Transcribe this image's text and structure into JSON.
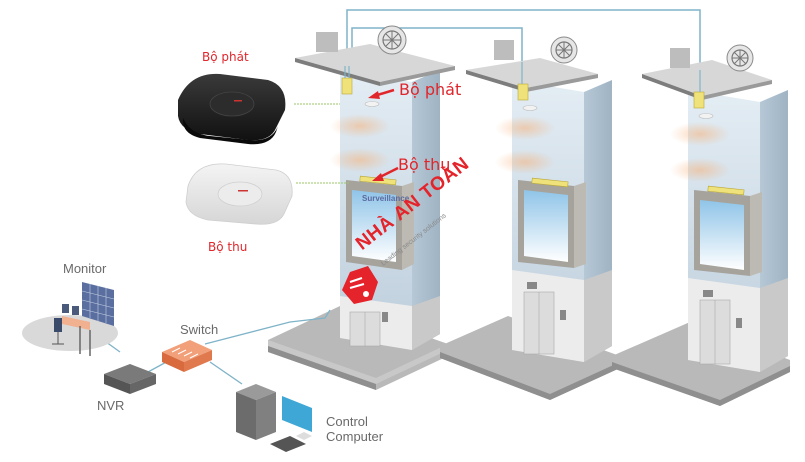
{
  "diagram": {
    "title": "Elevator wireless surveillance system",
    "labels": {
      "transmitter_device": "Bộ phát",
      "receiver_device": "Bộ thu",
      "transmitter_callout": "Bộ phát",
      "receiver_callout": "Bộ thu",
      "surveillance": "Surveillance",
      "monitor": "Monitor",
      "switch": "Switch",
      "nvr": "NVR",
      "control_computer_line1": "Control",
      "control_computer_line2": "Computer"
    },
    "watermark": {
      "brand": "NHÀ AN TOÀN",
      "tagline": "Leading security solutions"
    },
    "elevators": [
      {
        "name": "elevator-1"
      },
      {
        "name": "elevator-2"
      },
      {
        "name": "elevator-3"
      }
    ],
    "colors": {
      "label_red": "#e0262b",
      "label_gray": "#6a6a6a",
      "cable": "#7fb3c8",
      "shaft_blue": "#cfdde8",
      "switch_orange": "#e8825a",
      "transmitter_yellow": "#efe27a"
    }
  }
}
